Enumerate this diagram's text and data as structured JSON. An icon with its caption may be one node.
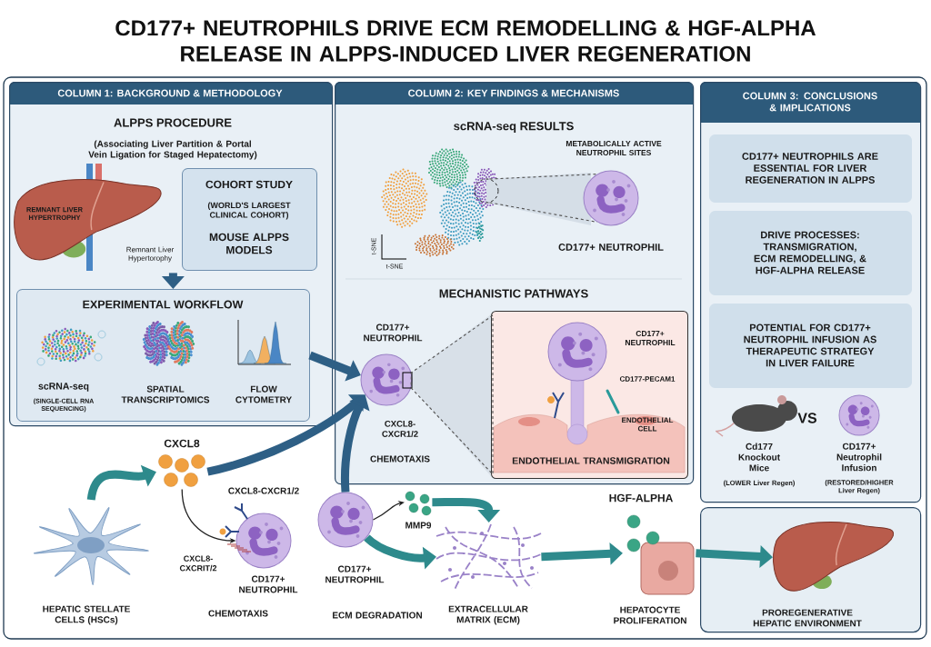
{
  "diagram": {
    "title": "CD177+ NEUTROPHILS DRIVE ECM REMODELLING & HGF-ALPHA RELEASE IN ALPPS-INDUCED LIVER REGENERATION",
    "nodes": [
      {
        "text": [
          "COLUMN 1: BACKGROUND & METHODOLOGY"
        ]
      },
      {
        "text": [
          "REMNANT LIVER HYPERTROPHY"
        ],
        "beside": [
          "Remnant Liver Hypertorophy"
        ],
        "in": 0
      },
      {
        "text": [
          "COHORT STUDY",
          "(WORLD'S LARGEST CLINICAL COHORT)",
          "MOUSE ALPPS MODELS"
        ],
        "in": 0
      },
      {
        "text": [
          "EXPERIMENTAL WORKFLOW"
        ],
        "in": 0
      },
      {
        "text": [
          "COLUMN 2: KEY FINDINGS & MECHANISMS"
        ]
      },
      {
        "text": [],
        "shape": "circle",
        "beside": [
          "CD177+ NEUTROPHIL",
          "CXCL8- CXCR1/2",
          "CHEMOTAXIS"
        ],
        "in": 4
      },
      {
        "text": [
          "CD177+ NEUTROPHIL",
          "CD177-PECAM1",
          "ENDOTHELIAL CELL",
          "ENDOTHELIAL TRANSMIGRATION"
        ],
        "in": 4
      },
      {
        "text": [
          "COLUMN 3: CONCLUSIONS & IMPLICATIONS"
        ]
      },
      {
        "text": [
          "CD177+ NEUTROPHILS ARE ESSENTIAL FOR LIVER REGENERATION IN ALPPS"
        ],
        "in": 7
      },
      {
        "text": [
          "DRIVE PROCESSES: TRANSMIGRATION, ECM REMODELLING, & HGF-ALPHA RELEASE"
        ],
        "in": 7
      },
      {
        "text": [
          "POTENTIAL FOR CD177+ NEUTROPHIL INFUSION AS THERAPEUTIC STRATEGY IN LIVER FAILURE"
        ],
        "in": 7
      },
      {
        "text": [],
        "shape": "picture",
        "beside": [
          "HEPATIC STELLATE CELLS (HSCs)"
        ]
      },
      {
        "text": [],
        "shape": "picture",
        "beside": [
          "CXCL8"
        ]
      },
      {
        "text": [],
        "shape": "circle",
        "beside": [
          "CXCL8-CXCR1/2",
          "CXCL8- CXCRIT/2",
          "CD177+ NEUTROPHIL",
          "CHEMOTAXIS"
        ]
      },
      {
        "text": [],
        "shape": "circle",
        "beside": [
          "CD177+ NEUTROPHIL",
          "ECM DEGRADATION"
        ]
      },
      {
        "text": [],
        "shape": "picture",
        "beside": [
          "MMP9"
        ]
      },
      {
        "text": [],
        "shape": "picture",
        "beside": [
          "EXTRACELLULAR MATRIX (ECM)"
        ]
      },
      {
        "text": [],
        "shape": "picture",
        "beside": [
          "HGF-ALPHA",
          "HEPATOCYTE PROLIFERATION"
        ]
      },
      {
        "text": [],
        "shape": "box"
      },
      {
        "text": [],
        "shape": "picture",
        "beside": [
          "PROREGENERATIVE HEPATIC ENVIRONMENT"
        ],
        "in": 18
      },
      {
        "text": [],
        "shape": "circle",
        "in": 4
      },
      {
        "text": [],
        "shape": "circle",
        "beside": [
          "CD177+ NEUTROPHIL"
        ],
        "in": 4
      }
    ],
    "edges": [
      {
        "from": 1,
        "to": 3,
        "arrow": "to",
        "color": "#2e5f85"
      },
      {
        "from": 3,
        "to": 5,
        "arrow": "to",
        "color": "#2e5f85"
      },
      {
        "from": 11,
        "to": 12,
        "arrow": "to"
      },
      {
        "from": 12,
        "to": 13,
        "arrow": "to",
        "color": "#222222"
      },
      {
        "from": 12,
        "to": 5,
        "arrow": "to",
        "color": "#2e5f85"
      },
      {
        "from": 14,
        "to": 5,
        "arrow": "to",
        "color": "#2e5f85"
      },
      {
        "from": 14,
        "to": 15,
        "arrow": "to",
        "color": "#222222"
      },
      {
        "from": 14,
        "to": 16,
        "arrow": "to"
      },
      {
        "from": 15,
        "to": 16,
        "arrow": "to"
      },
      {
        "from": 16,
        "to": 17,
        "arrow": "to"
      },
      {
        "from": 17,
        "to": 19,
        "arrow": "to"
      },
      {
        "from": 20,
        "to": 21,
        "arrow": "none",
        "style": "dashed",
        "color": "#555555"
      },
      {
        "from": 5,
        "to": 6,
        "arrow": "none",
        "style": "dashed",
        "color": "#555555"
      }
    ],
    "labels": [
      "ALPPS PROCEDURE",
      "(Associating Liver Partition & Portal Vein Ligation for Staged Hepatectomy)",
      "scRNA-seq",
      "(SINGLE-CELL RNA SEQUENCING)",
      "SPATIAL TRANSCRIPTOMICS",
      "FLOW CYTOMETRY",
      "scRNA-seq RESULTS",
      "METABOLICALLY ACTIVE NEUTROPHIL SITES",
      "t-SNE",
      "t-SNE",
      "MECHANISTIC PATHWAYS",
      "Cd177 Knockout Mice",
      "(LOWER Liver Regen)",
      "VS",
      "CD177+ Neutrophil Infusion",
      "(RESTORED/HIGHER Liver Regen)"
    ]
  }
}
